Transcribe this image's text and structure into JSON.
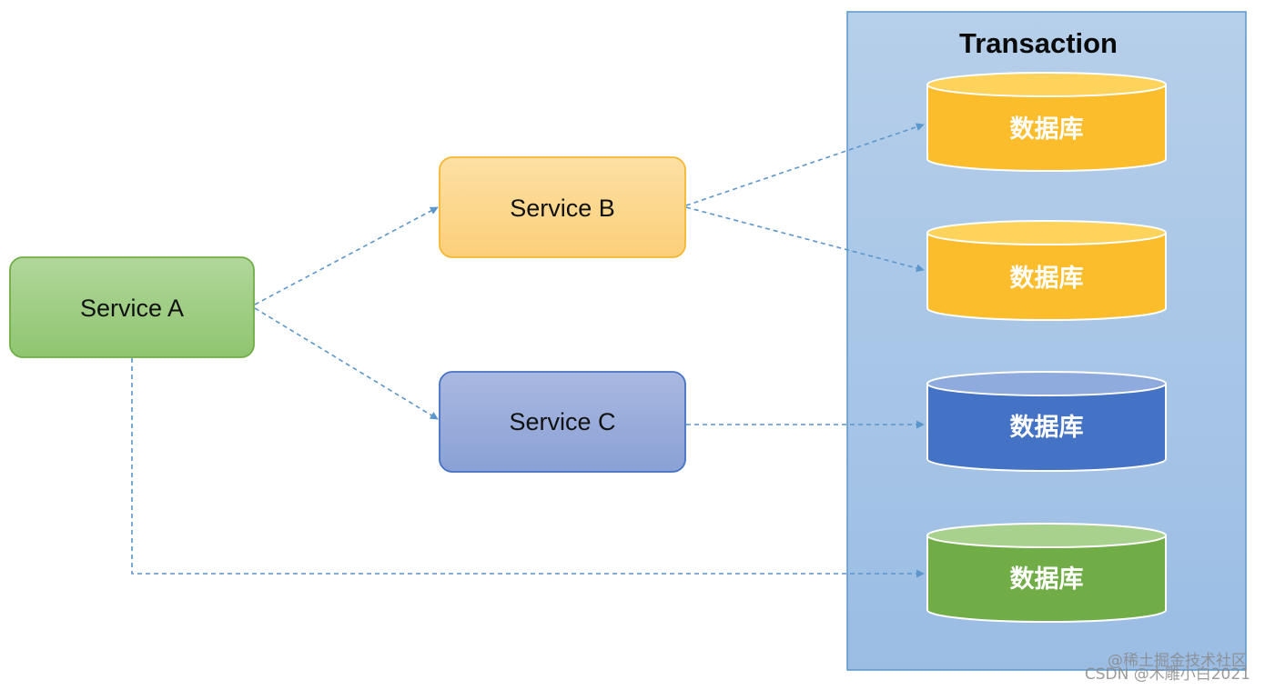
{
  "transaction": {
    "title": "Transaction"
  },
  "services": {
    "a": {
      "label": "Service A"
    },
    "b": {
      "label": "Service B"
    },
    "c": {
      "label": "Service C"
    }
  },
  "databases": [
    {
      "label": "数据库",
      "color": "#fbbd2b",
      "top_color": "#fdd35c"
    },
    {
      "label": "数据库",
      "color": "#fbbd2b",
      "top_color": "#fdd35c"
    },
    {
      "label": "数据库",
      "color": "#4472c4",
      "top_color": "#8faadc"
    },
    {
      "label": "数据库",
      "color": "#70ad47",
      "top_color": "#a9d18e"
    }
  ],
  "watermark": {
    "line1": "@稀土掘金技术社区",
    "line2": "CSDN @木雕小白2021"
  },
  "colors": {
    "edge": "#5b96cc",
    "transaction_fill": "#a7c4e6",
    "transaction_border": "#5b96cc"
  }
}
